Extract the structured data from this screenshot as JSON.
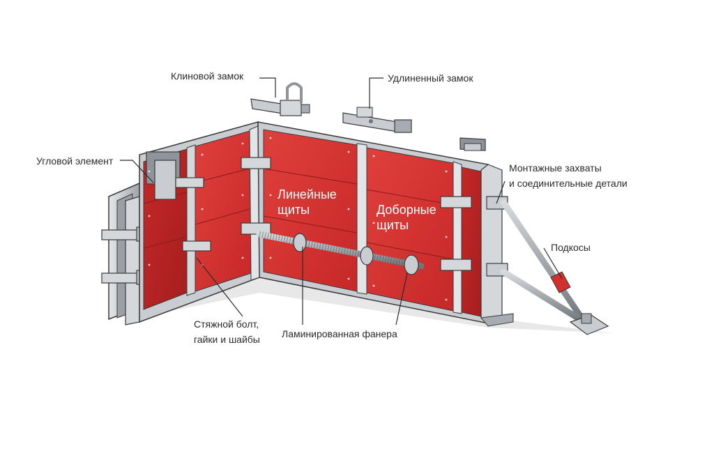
{
  "colors": {
    "plywood": "#d32f2f",
    "plywood_dark": "#b71c1c",
    "frame": "#c9ccd0",
    "frame_dark": "#8f949a",
    "steel": "#a7acb2",
    "outline": "#3a3a3a",
    "accent_red": "#d32f2f"
  },
  "labels": {
    "wedge_lock": "Клиновой замок",
    "extended_lock": "Удлиненный замок",
    "corner_element": "Угловой элемент",
    "mounting_line1": "Монтажные захваты",
    "mounting_line2": "и соединительные детали",
    "braces": "Подкосы",
    "tie_bolt_line1": "Стяжной болт,",
    "tie_bolt_line2": "гайки и шайбы",
    "plywood": "Ламинированная фанера"
  },
  "panel_text": {
    "linear_line1": "Линейные",
    "linear_line2": "щиты",
    "filler_line1": "Доборные",
    "filler_line2": "щиты"
  },
  "icons": [
    "wedge-lock-icon",
    "extended-lock-icon",
    "clamp-icon",
    "tie-rod-icon",
    "nut-icon",
    "brace-icon",
    "base-plate-icon"
  ]
}
